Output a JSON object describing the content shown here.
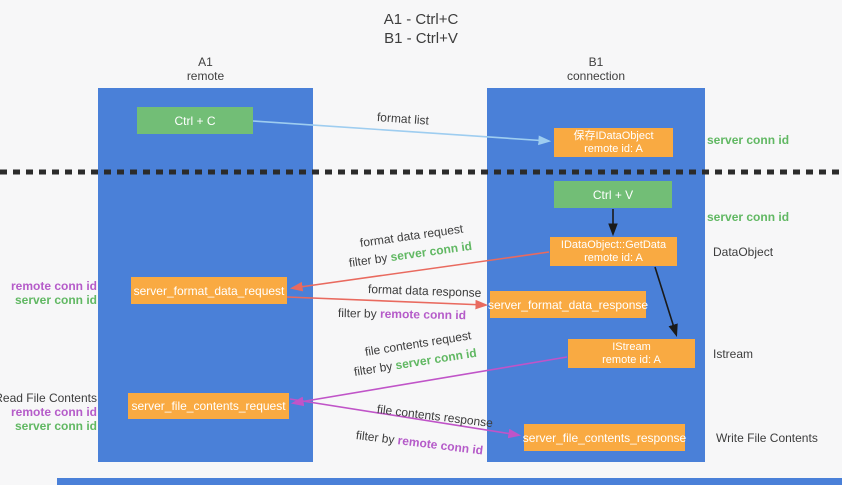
{
  "title": {
    "line1": "A1 - Ctrl+C",
    "line2": "B1 - Ctrl+V"
  },
  "columns": {
    "left": {
      "name": "A1",
      "subtitle": "remote"
    },
    "right": {
      "name": "B1",
      "subtitle": "connection"
    }
  },
  "nodes": {
    "ctrl_c": {
      "label": "Ctrl + C"
    },
    "ctrl_v": {
      "label": "Ctrl + V"
    },
    "save_dataobject": {
      "line1": "保存IDataObject",
      "line2": "remote id: A"
    },
    "getdata": {
      "line1": "IDataObject::GetData",
      "line2": "remote id: A"
    },
    "istream": {
      "line1": "IStream",
      "line2": "remote id: A"
    },
    "server_format_data_request": {
      "label": "server_format_data_request"
    },
    "server_format_data_response": {
      "label": "server_format_data_response"
    },
    "server_file_contents_request": {
      "label": "server_file_contents_request"
    },
    "server_file_contents_response": {
      "label": "server_file_contents_response"
    }
  },
  "arrows": {
    "format_list": {
      "label": "format list"
    },
    "format_data_request": {
      "label": "format data request",
      "filter_prefix": "filter by ",
      "filter_key": "server conn id"
    },
    "format_data_response": {
      "label": "format data response",
      "filter_prefix": "filter by ",
      "filter_key": "remote conn id"
    },
    "file_contents_request": {
      "label": "file contents request",
      "filter_prefix": "filter by ",
      "filter_key": "server conn id"
    },
    "file_contents_response": {
      "label": "file contents response",
      "filter_prefix": "filter by ",
      "filter_key": "remote conn id"
    }
  },
  "side_labels": {
    "server_conn_id_top": "server conn id",
    "server_conn_id_mid": "server conn id",
    "dataobject": "DataObject",
    "istream": "Istream",
    "write_file_contents": "Write File Contents",
    "read_file_contents": "Read File Contents",
    "left_top": {
      "remote_conn_id": "remote conn id",
      "server_conn_id": "server conn id"
    },
    "left_bottom": {
      "remote_conn_id": "remote conn id",
      "server_conn_id": "server conn id"
    }
  },
  "colors": {
    "column_blue": "#4a80d8",
    "box_green": "#72be76",
    "box_orange": "#f9aa42",
    "text_green": "#61b863",
    "text_purple": "#b55bc9",
    "arrow_red": "#e96a5f",
    "arrow_magenta": "#c054c8",
    "arrow_light_blue": "#9ecdf0",
    "background": "#f7f7f8"
  }
}
